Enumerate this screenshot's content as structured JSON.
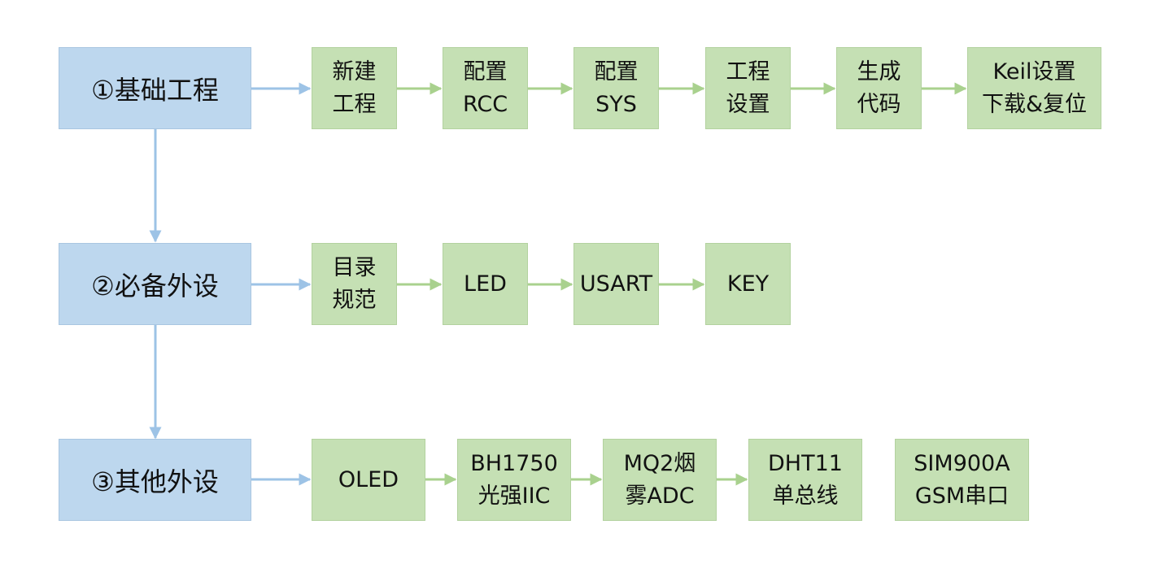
{
  "colors": {
    "stage_box": "#bdd7ee",
    "step_box": "#c5e0b4",
    "stage_arrow": "#9dc3e6",
    "step_arrow": "#a9d18e"
  },
  "stages": [
    {
      "title": "①基础工程",
      "steps": [
        {
          "lines": [
            "新建",
            "工程"
          ]
        },
        {
          "lines": [
            "配置",
            "RCC"
          ]
        },
        {
          "lines": [
            "配置",
            "SYS"
          ]
        },
        {
          "lines": [
            "工程",
            "设置"
          ]
        },
        {
          "lines": [
            "生成",
            "代码"
          ]
        },
        {
          "lines": [
            "Keil设置",
            "下载&复位"
          ]
        }
      ]
    },
    {
      "title": "②必备外设",
      "steps": [
        {
          "lines": [
            "目录",
            "规范"
          ]
        },
        {
          "lines": [
            "LED"
          ]
        },
        {
          "lines": [
            "USART"
          ]
        },
        {
          "lines": [
            "KEY"
          ]
        }
      ]
    },
    {
      "title": "③其他外设",
      "steps": [
        {
          "lines": [
            "OLED"
          ]
        },
        {
          "lines": [
            "BH1750",
            "光强IIC"
          ]
        },
        {
          "lines": [
            "MQ2烟",
            "雾ADC"
          ]
        },
        {
          "lines": [
            "DHT11",
            "单总线"
          ]
        },
        {
          "lines": [
            "SIM900A",
            "GSM串口"
          ]
        }
      ]
    }
  ]
}
